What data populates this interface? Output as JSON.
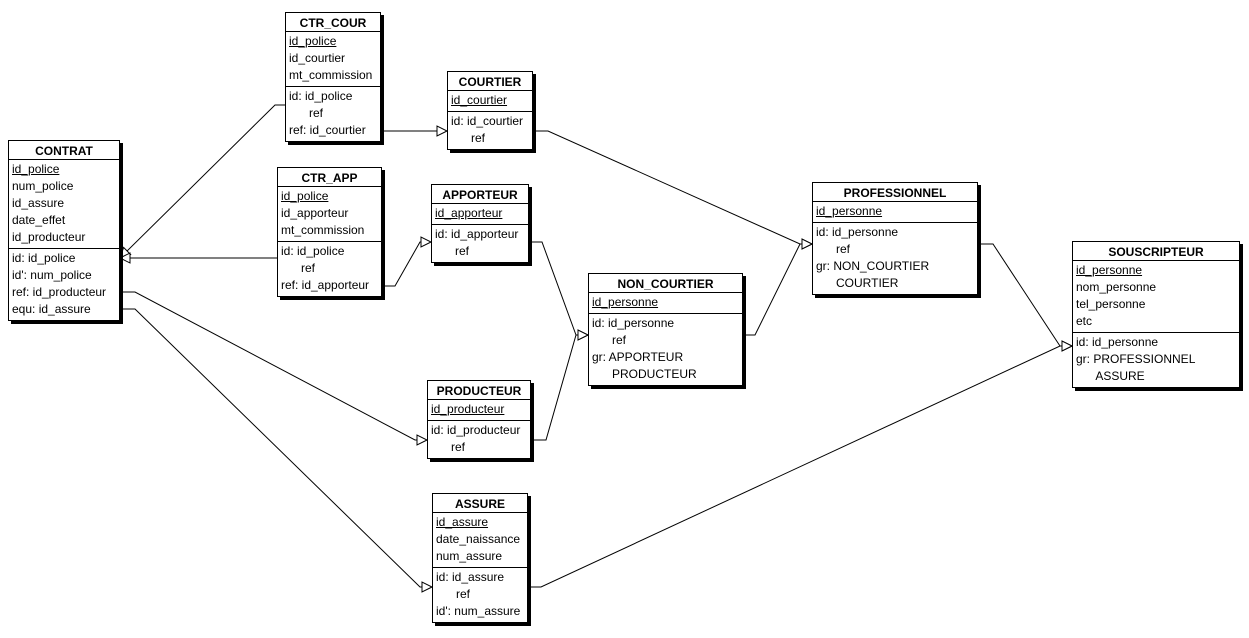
{
  "entities": {
    "contrat": {
      "title": "CONTRAT",
      "attributes": [
        "id_police",
        "num_police",
        "id_assure",
        "date_effet",
        "id_producteur"
      ],
      "constraints": [
        "id: id_police",
        "id': num_police",
        "ref: id_producteur",
        "equ: id_assure"
      ]
    },
    "ctr_cour": {
      "title": "CTR_COUR",
      "attributes": [
        "id_police",
        "id_courtier",
        "mt_commission"
      ],
      "constraints": [
        "id: id_police",
        "      ref",
        "ref: id_courtier"
      ]
    },
    "courtier": {
      "title": "COURTIER",
      "attributes": [
        "id_courtier"
      ],
      "constraints": [
        "id: id_courtier",
        "      ref"
      ]
    },
    "ctr_app": {
      "title": "CTR_APP",
      "attributes": [
        "id_police",
        "id_apporteur",
        "mt_commission"
      ],
      "constraints": [
        "id: id_police",
        "      ref",
        "ref: id_apporteur"
      ]
    },
    "apporteur": {
      "title": "APPORTEUR",
      "attributes": [
        "id_apporteur"
      ],
      "constraints": [
        "id: id_apporteur",
        "      ref"
      ]
    },
    "non_courtier": {
      "title": "NON_COURTIER",
      "attributes": [
        "id_personne"
      ],
      "constraints": [
        "id: id_personne",
        "      ref",
        "gr: APPORTEUR",
        "      PRODUCTEUR"
      ]
    },
    "professionnel": {
      "title": "PROFESSIONNEL",
      "attributes": [
        "id_personne"
      ],
      "constraints": [
        "id: id_personne",
        "      ref",
        "gr: NON_COURTIER",
        "      COURTIER"
      ]
    },
    "souscripteur": {
      "title": "SOUSCRIPTEUR",
      "attributes": [
        "id_personne",
        "nom_personne",
        "tel_personne",
        "etc"
      ],
      "constraints": [
        "id: id_personne",
        "gr: PROFESSIONNEL",
        "      ASSURE"
      ]
    },
    "producteur": {
      "title": "PRODUCTEUR",
      "attributes": [
        "id_producteur"
      ],
      "constraints": [
        "id: id_producteur",
        "      ref"
      ]
    },
    "assure": {
      "title": "ASSURE",
      "attributes": [
        "id_assure",
        "date_naissance",
        "num_assure"
      ],
      "constraints": [
        "id: id_assure",
        "      ref",
        "id': num_assure"
      ]
    }
  },
  "relationships": [
    {
      "from": "ctr_cour",
      "to": "contrat"
    },
    {
      "from": "ctr_cour",
      "to": "courtier"
    },
    {
      "from": "ctr_app",
      "to": "contrat"
    },
    {
      "from": "ctr_app",
      "to": "apporteur"
    },
    {
      "from": "contrat",
      "to": "producteur"
    },
    {
      "from": "contrat",
      "to": "assure"
    },
    {
      "from": "courtier",
      "to": "professionnel"
    },
    {
      "from": "apporteur",
      "to": "non_courtier"
    },
    {
      "from": "producteur",
      "to": "non_courtier"
    },
    {
      "from": "non_courtier",
      "to": "professionnel"
    },
    {
      "from": "professionnel",
      "to": "souscripteur"
    },
    {
      "from": "assure",
      "to": "souscripteur"
    }
  ],
  "colors": {
    "line": "#000000",
    "box_border": "#000000",
    "box_background": "#ffffff",
    "text": "#000000"
  }
}
